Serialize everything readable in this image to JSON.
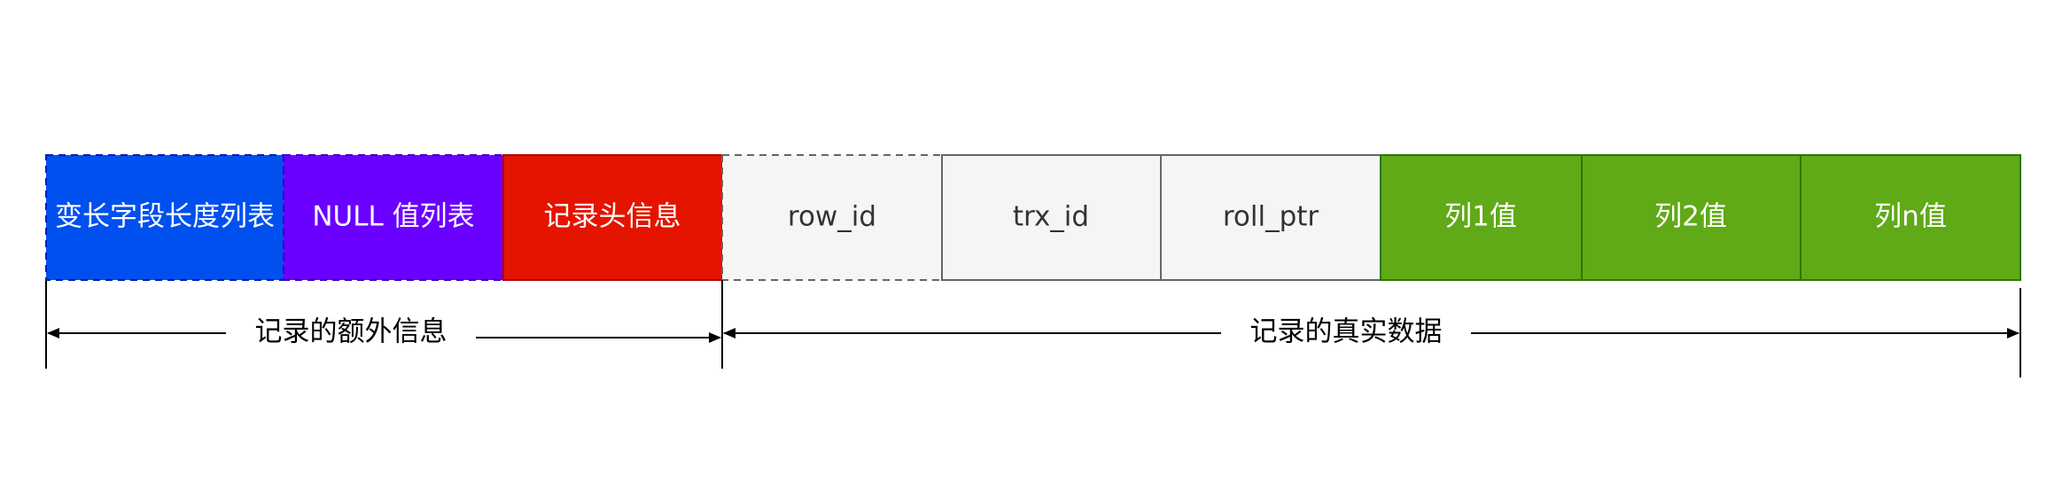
{
  "record": {
    "cells": [
      {
        "label": "变长字段长度列表",
        "fill": "#0050ef",
        "stroke": "#001dbc",
        "text_color": "#ffffff",
        "dashed": true
      },
      {
        "label": "NULL 值列表",
        "fill": "#6a00ff",
        "stroke": "#3700cc",
        "text_color": "#ffffff",
        "dashed": true
      },
      {
        "label": "记录头信息",
        "fill": "#e51400",
        "stroke": "#b20000",
        "text_color": "#ffffff",
        "dashed": false
      },
      {
        "label": "row_id",
        "fill": "#f5f5f5",
        "stroke": "#666666",
        "text_color": "#333333",
        "dashed": true
      },
      {
        "label": "trx_id",
        "fill": "#f5f5f5",
        "stroke": "#666666",
        "text_color": "#333333",
        "dashed": false
      },
      {
        "label": "roll_ptr",
        "fill": "#f5f5f5",
        "stroke": "#666666",
        "text_color": "#333333",
        "dashed": false
      },
      {
        "label": "列1值",
        "fill": "#60a917",
        "stroke": "#2d7600",
        "text_color": "#ffffff",
        "dashed": false
      },
      {
        "label": "列2值",
        "fill": "#60a917",
        "stroke": "#2d7600",
        "text_color": "#ffffff",
        "dashed": false
      },
      {
        "label": "列n值",
        "fill": "#60a917",
        "stroke": "#2d7600",
        "text_color": "#ffffff",
        "dashed": false
      }
    ]
  },
  "ranges": {
    "extra_info_label": "记录的额外信息",
    "real_data_label": "记录的真实数据"
  }
}
